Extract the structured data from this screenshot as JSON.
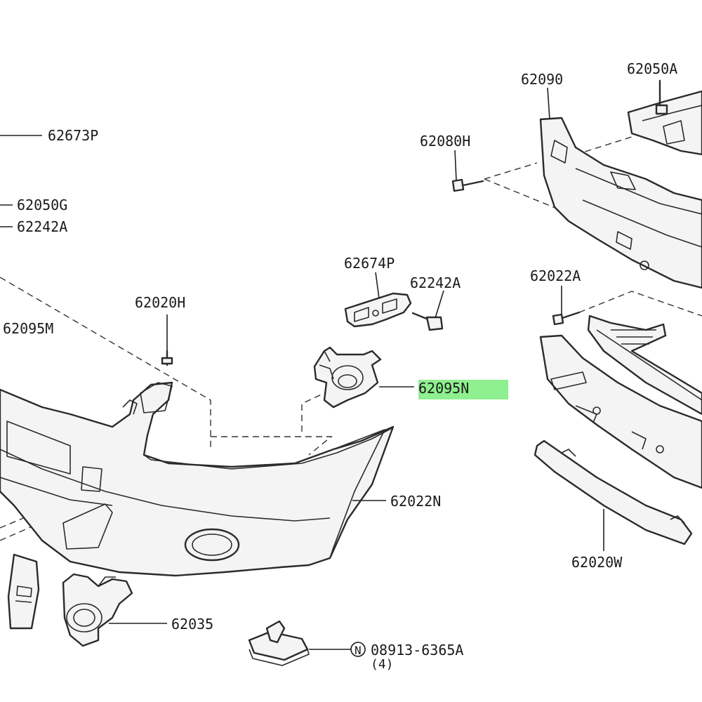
{
  "diagram": {
    "colors": {
      "line": "#2b2b2b",
      "highlight": "#8ef08e",
      "background": "#ffffff"
    },
    "highlighted_part": "62095N",
    "labels": {
      "p62673P": "62673P",
      "p62050G": "62050G",
      "p62242A_left": "62242A",
      "p62095M": "62095M",
      "p62020H": "62020H",
      "p62674P": "62674P",
      "p62242A_mid": "62242A",
      "p62095N": "62095N",
      "p62022N": "62022N",
      "p62035": "62035",
      "p08913": "08913-6365A",
      "p08913_qty": "(4)",
      "p08913_prefix": "N",
      "p62090": "62090",
      "p62050A": "62050A",
      "p62080H": "62080H",
      "p62022A": "62022A",
      "p62020W": "62020W"
    }
  }
}
